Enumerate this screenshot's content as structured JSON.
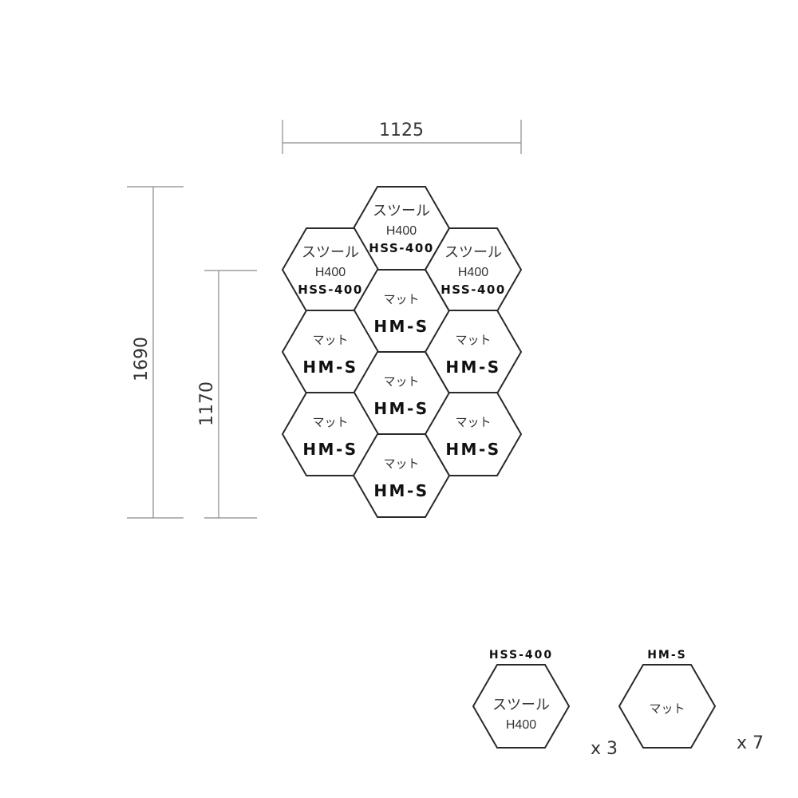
{
  "dimensions": {
    "width": "1125",
    "height_total": "1690",
    "height_inner": "1170"
  },
  "layout_tiles": [
    {
      "name": "stool-top",
      "type": "stool",
      "label": "スツール",
      "sub": "H400",
      "code": "HSS-400"
    },
    {
      "name": "stool-left",
      "type": "stool",
      "label": "スツール",
      "sub": "H400",
      "code": "HSS-400"
    },
    {
      "name": "stool-right",
      "type": "stool",
      "label": "スツール",
      "sub": "H400",
      "code": "HSS-400"
    },
    {
      "name": "mat-center-1",
      "type": "mat",
      "label": "マット",
      "code": "HM-S"
    },
    {
      "name": "mat-left-1",
      "type": "mat",
      "label": "マット",
      "code": "HM-S"
    },
    {
      "name": "mat-right-1",
      "type": "mat",
      "label": "マット",
      "code": "HM-S"
    },
    {
      "name": "mat-center-2",
      "type": "mat",
      "label": "マット",
      "code": "HM-S"
    },
    {
      "name": "mat-left-2",
      "type": "mat",
      "label": "マット",
      "code": "HM-S"
    },
    {
      "name": "mat-right-2",
      "type": "mat",
      "label": "マット",
      "code": "HM-S"
    },
    {
      "name": "mat-center-3",
      "type": "mat",
      "label": "マット",
      "code": "HM-S"
    }
  ],
  "legend": [
    {
      "name": "legend-stool",
      "code": "HSS-400",
      "label": "スツール",
      "sub": "H400",
      "qty": "x 3"
    },
    {
      "name": "legend-mat",
      "code": "HM-S",
      "label": "マット",
      "qty": "x 7"
    }
  ]
}
